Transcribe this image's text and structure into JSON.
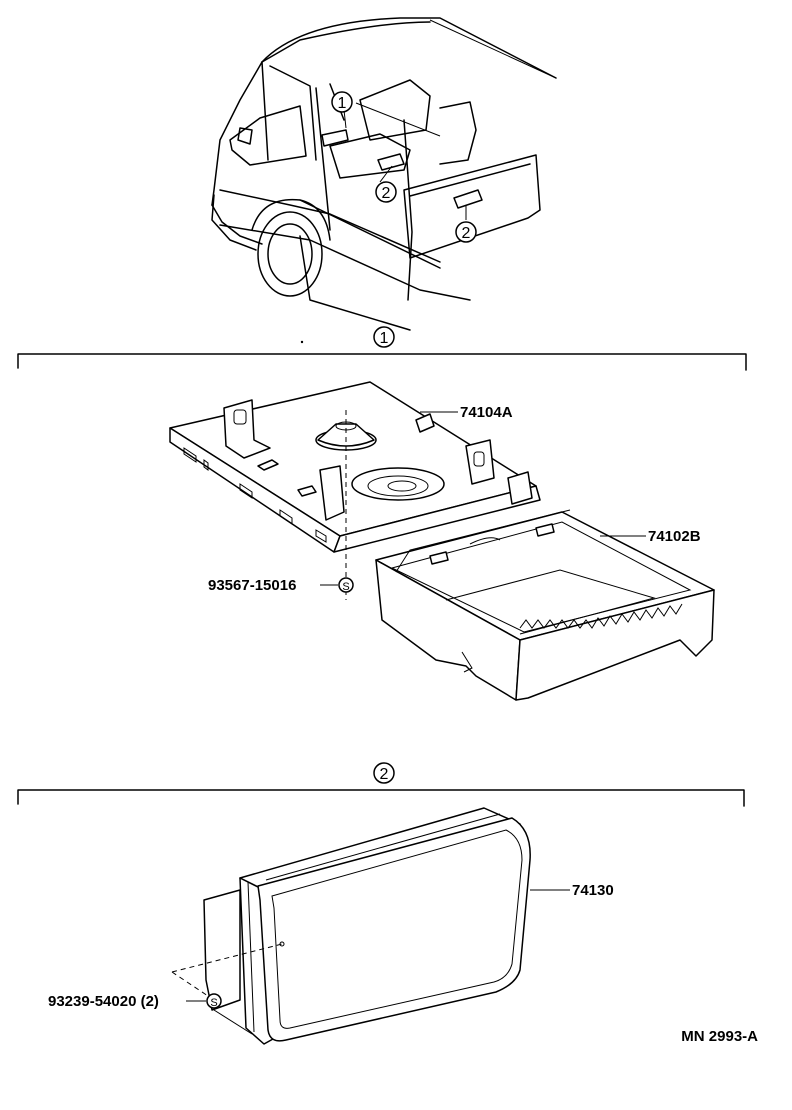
{
  "section_marks": {
    "one": "1",
    "two": "2",
    "s": "S"
  },
  "parts": {
    "bracket": "74104A",
    "ashtray_front": "74102B",
    "ashtray_rear": "74130",
    "screw_front": "93567-15016",
    "screw_rear": "93239-54020 (2)"
  },
  "diagram_code": "MN 2993-A"
}
